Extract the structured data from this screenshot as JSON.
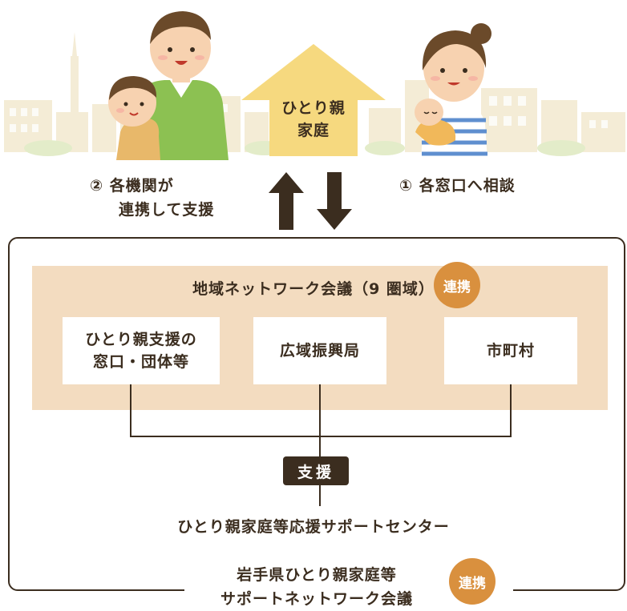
{
  "family": {
    "house_line1": "ひとり親",
    "house_line2": "家庭"
  },
  "flow": {
    "step2_line1": "② 各機関が",
    "step2_line2": "連携して支援",
    "step1": "① 各窓口へ相談"
  },
  "regional": {
    "title": "地域ネットワーク会議（9 圏域）",
    "badge": "連携",
    "orgs": [
      {
        "line1": "ひとり親支援の",
        "line2": "窓口・団体等"
      },
      {
        "line1": "広域振興局",
        "line2": ""
      },
      {
        "line1": "市町村",
        "line2": ""
      }
    ]
  },
  "support_label": "支援",
  "center": "ひとり親家庭等応援サポートセンター",
  "network": {
    "line1": "岩手県ひとり親家庭等",
    "line2": "サポートネットワーク会議",
    "badge": "連携"
  },
  "colors": {
    "dark_brown": "#3b2d1f",
    "house_yellow": "#f6d97f",
    "regional_bg": "#f3dcc0",
    "badge_orange": "#d9903e",
    "father_shirt": "#8cc152",
    "child_shirt": "#e8b86a",
    "mother_stripes": "#5f8fcf"
  },
  "icons": [
    "house-icon",
    "up-arrow-icon",
    "down-arrow-icon",
    "father-figure",
    "child-figure",
    "mother-figure",
    "baby-figure",
    "city-skyline"
  ]
}
